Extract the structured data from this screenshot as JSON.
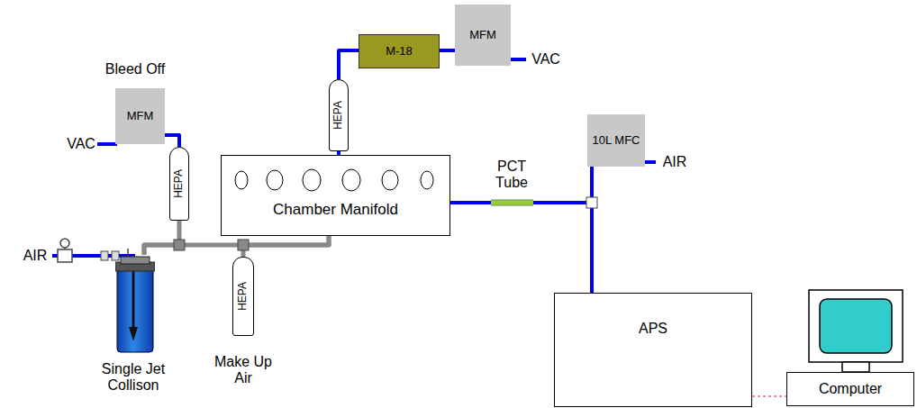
{
  "diagram": {
    "nodes": [
      {
        "text": [
          "Bleed Off",
          "MFM"
        ]
      },
      {
        "text": [
          "HEPA"
        ]
      },
      {
        "text": [
          "HEPA"
        ]
      },
      {
        "text": [
          "M-18"
        ]
      },
      {
        "text": [
          "MFM"
        ]
      },
      {
        "text": [
          "Chamber Manifold"
        ]
      },
      {
        "text": [
          "HEPA",
          "Make Up Air"
        ]
      },
      {
        "text": [
          "Single Jet Collison"
        ]
      },
      {
        "text": [
          "10L MFC"
        ]
      },
      {
        "text": [
          "APS"
        ]
      },
      {
        "text": [
          "Computer"
        ]
      }
    ],
    "edges": [
      {
        "from": 0,
        "to": 1,
        "arrow": "none"
      },
      {
        "from": 1,
        "to": 7,
        "arrow": "none"
      },
      {
        "from": 7,
        "to": 5,
        "arrow": "none"
      },
      {
        "from": 6,
        "to": 5,
        "arrow": "none"
      },
      {
        "from": 5,
        "to": 2,
        "arrow": "none"
      },
      {
        "from": 2,
        "to": 3,
        "arrow": "none"
      },
      {
        "from": 3,
        "to": 4,
        "arrow": "none"
      },
      {
        "from": 5,
        "to": 9,
        "arrow": "none"
      },
      {
        "from": 8,
        "to": 9,
        "arrow": "none"
      },
      {
        "from": 9,
        "to": 10,
        "arrow": "none"
      }
    ],
    "labels": [
      "VAC",
      "VAC",
      "AIR",
      "AIR",
      "PCT Tube"
    ]
  }
}
